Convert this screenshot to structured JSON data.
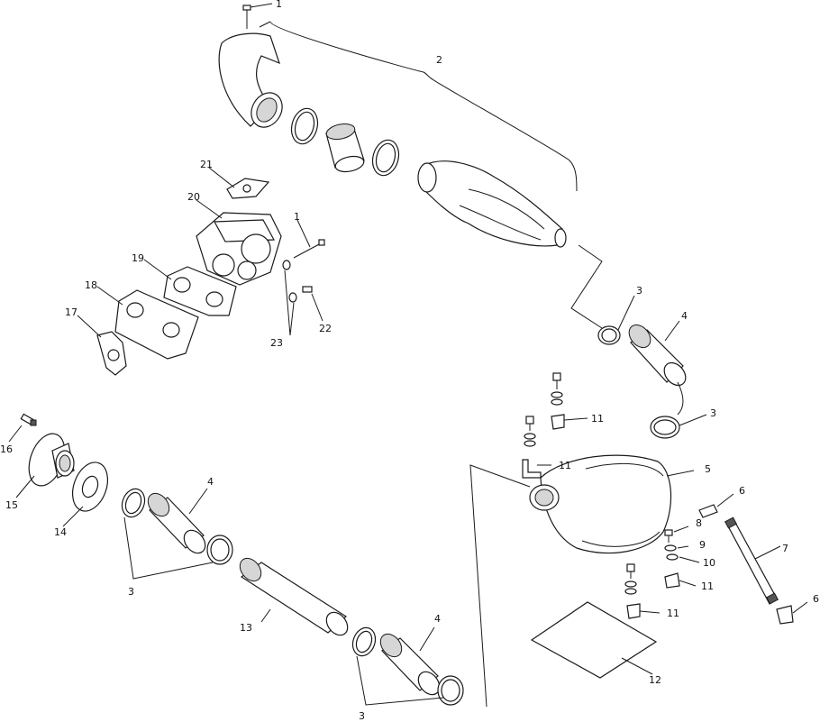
{
  "callouts": {
    "c1a": "1",
    "c2": "2",
    "c3a": "3",
    "c4a": "4",
    "c3b": "3",
    "c21": "21",
    "c20": "20",
    "c1b": "1",
    "c19": "19",
    "c18": "18",
    "c17": "17",
    "c22": "22",
    "c23": "23",
    "c11a": "11",
    "c11b": "11",
    "c5": "5",
    "c6a": "6",
    "c8": "8",
    "c9": "9",
    "c10": "10",
    "c11c": "11",
    "c7": "7",
    "c6b": "6",
    "c11d": "11",
    "c12": "12",
    "c16": "16",
    "c15": "15",
    "c14": "14",
    "c4b": "4",
    "c3c": "3",
    "c13": "13",
    "c4c": "4",
    "c3d": "3"
  }
}
